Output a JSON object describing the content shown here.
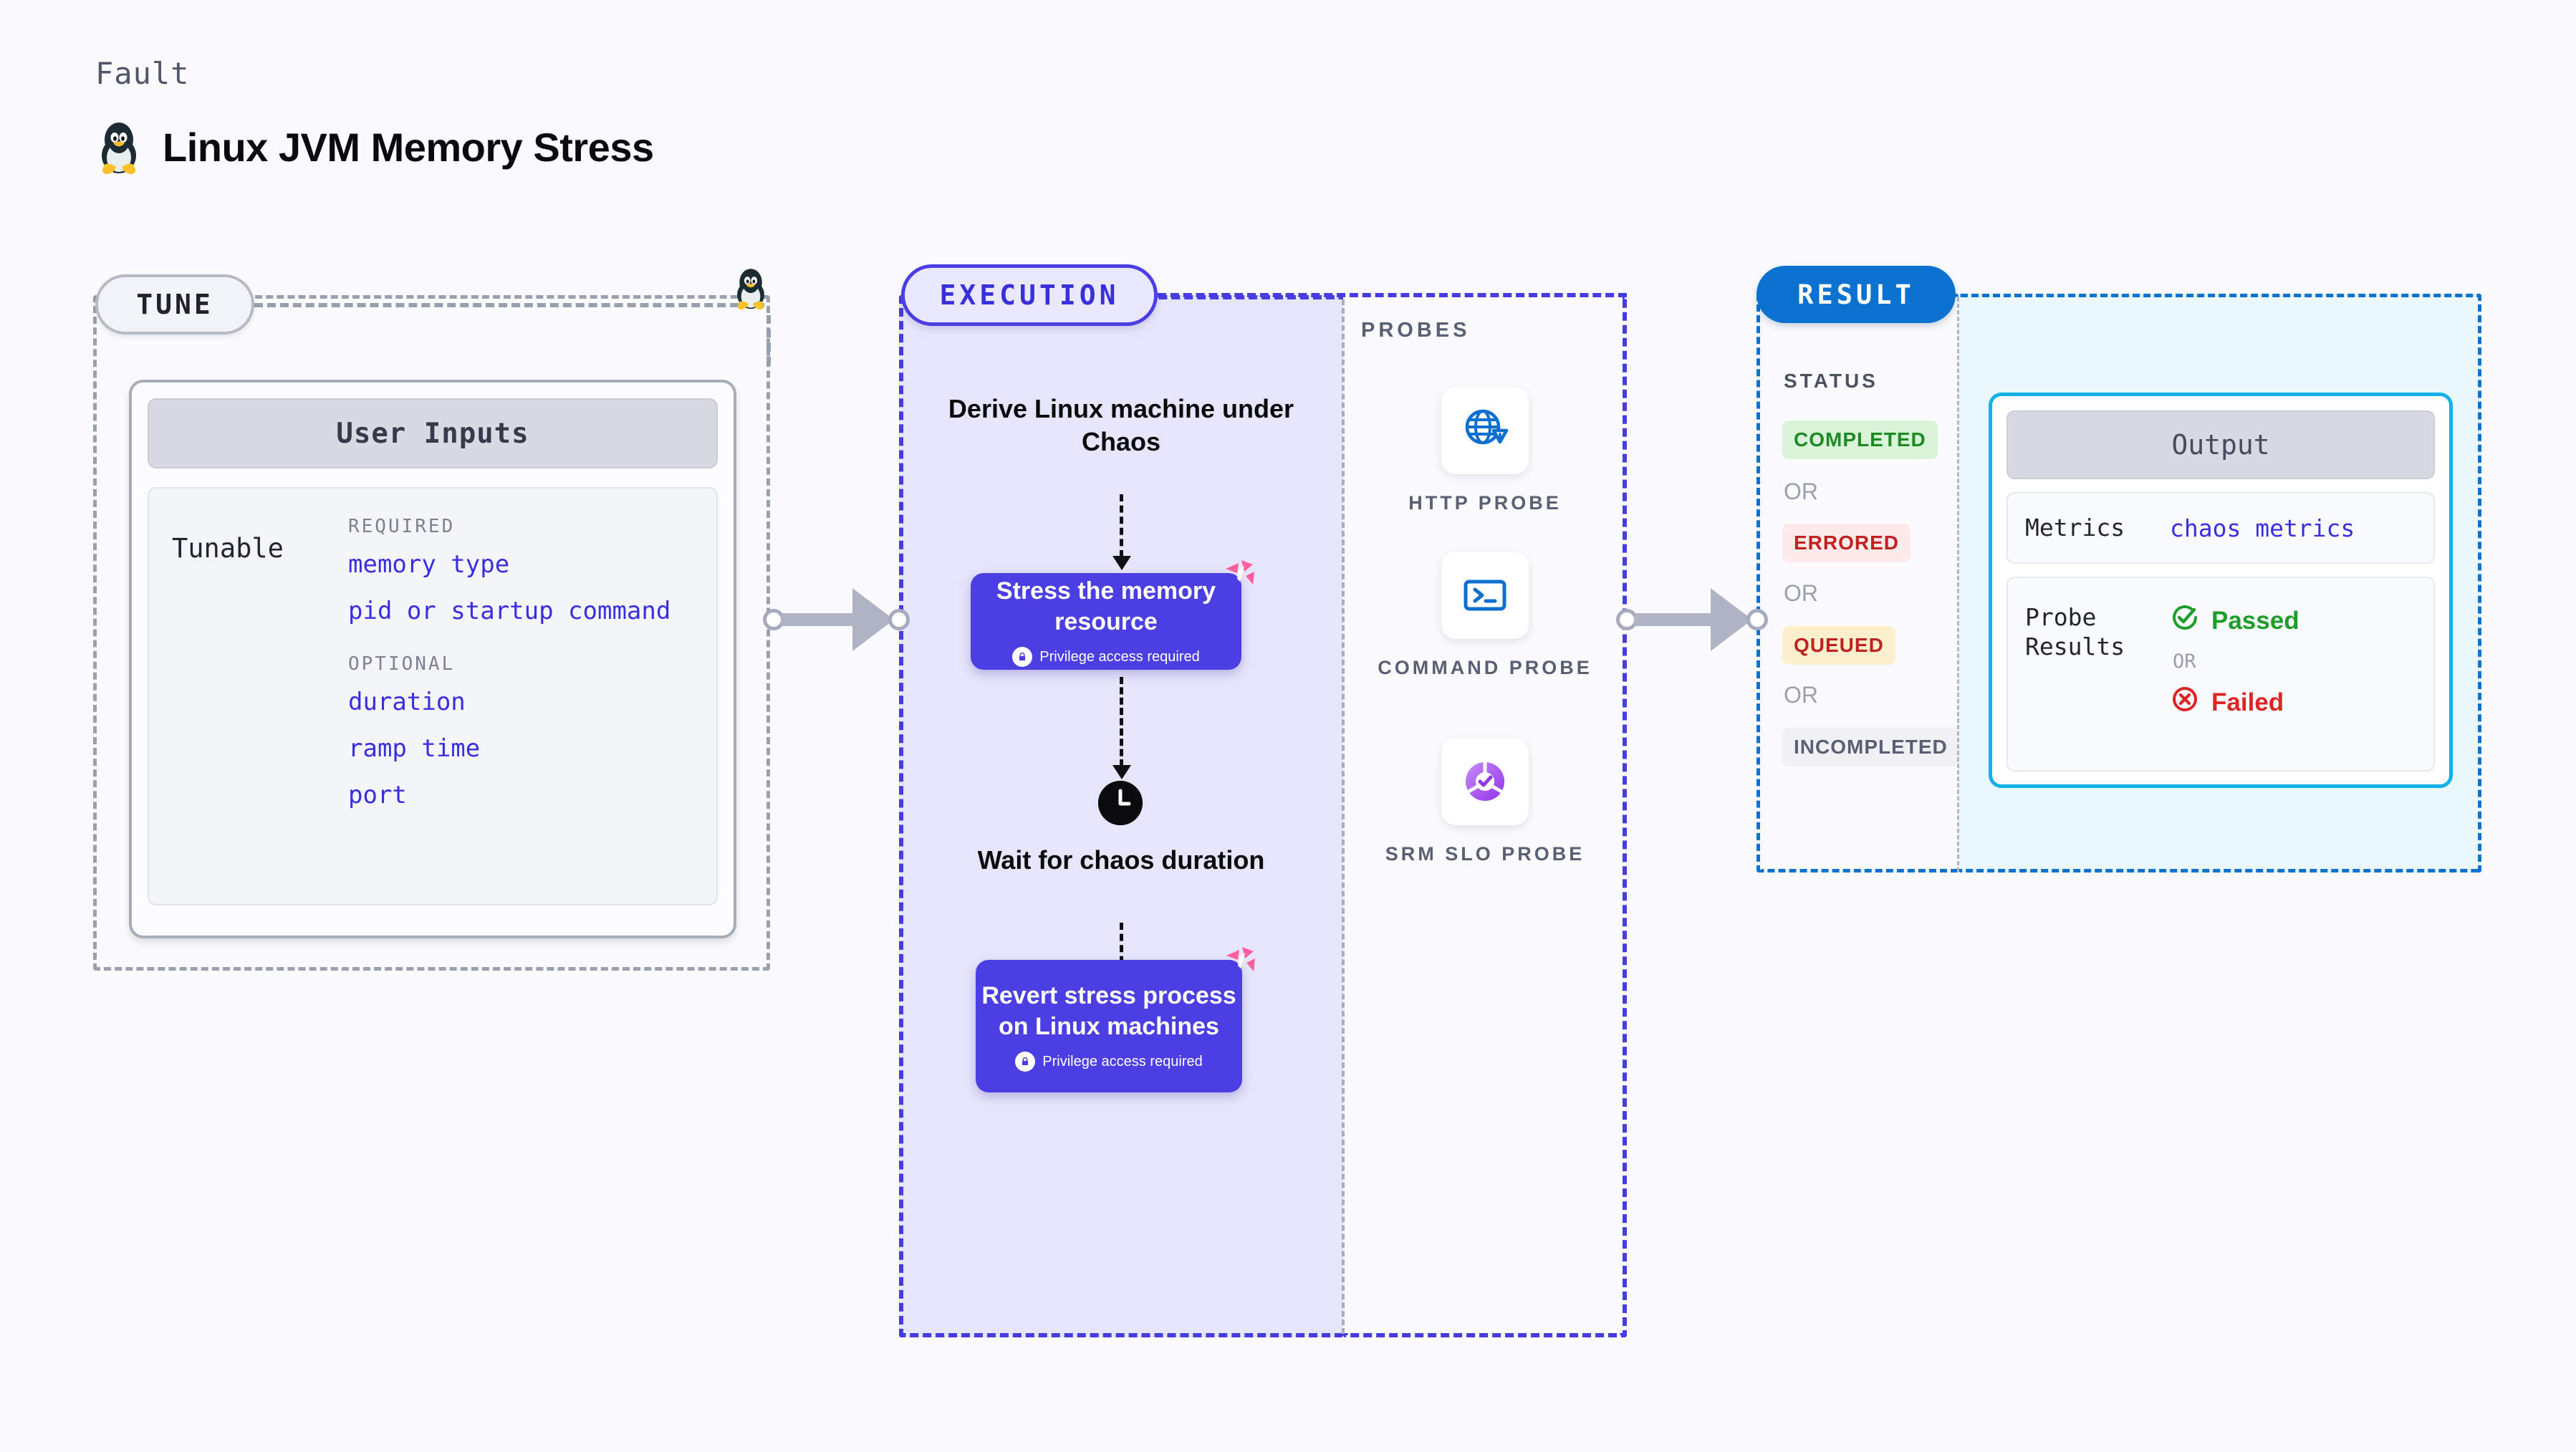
{
  "header": {
    "kicker": "Fault",
    "title": "Linux JVM Memory Stress",
    "os_icon": "linux-penguin-icon"
  },
  "tune": {
    "chip_label": "TUNE",
    "marker_icon": "linux-penguin-icon",
    "card": {
      "header": "User Inputs",
      "row_label": "Tunable",
      "groups": [
        {
          "title": "REQUIRED",
          "items": [
            "memory type",
            "pid or startup command"
          ]
        },
        {
          "title": "OPTIONAL",
          "items": [
            "duration",
            "ramp time",
            "port"
          ]
        }
      ]
    }
  },
  "execution": {
    "chip_label": "EXECUTION",
    "steps": [
      {
        "kind": "text",
        "label": "Derive Linux machine under Chaos"
      },
      {
        "kind": "action",
        "label": "Stress the memory resource",
        "privilege": "Privilege access required",
        "lock_icon": "lock-icon",
        "brand_icon": "harness-logo-icon"
      },
      {
        "kind": "wait",
        "icon": "clock-icon",
        "label": "Wait for chaos duration"
      },
      {
        "kind": "action",
        "label": "Revert stress process on Linux machines",
        "privilege": "Privilege access required",
        "lock_icon": "lock-icon",
        "brand_icon": "harness-logo-icon"
      }
    ]
  },
  "probes": {
    "title": "PROBES",
    "items": [
      {
        "label": "HTTP PROBE",
        "icon": "globe-warning-icon"
      },
      {
        "label": "COMMAND PROBE",
        "icon": "terminal-prompt-icon"
      },
      {
        "label": "SRM SLO PROBE",
        "icon": "slo-donut-check-icon"
      }
    ]
  },
  "result": {
    "chip_label": "RESULT",
    "status_title": "STATUS",
    "or_label": "OR",
    "statuses": [
      {
        "label": "COMPLETED",
        "fg": "#1d8a23",
        "bg": "#d9f4d9"
      },
      {
        "label": "ERRORED",
        "fg": "#c22121",
        "bg": "#fdeaea"
      },
      {
        "label": "QUEUED",
        "fg": "#c22121",
        "bg": "#fcf1cc"
      },
      {
        "label": "INCOMPLETED",
        "fg": "#5a6073",
        "bg": "#f0f0f5"
      }
    ],
    "output": {
      "header": "Output",
      "metrics_key": "Metrics",
      "metrics_value": "chaos metrics",
      "probe_results_key": "Probe Results",
      "passed_label": "Passed",
      "passed_icon": "check-circle-icon",
      "failed_label": "Failed",
      "failed_icon": "x-circle-icon",
      "or_label": "OR"
    }
  },
  "colors": {
    "accent_purple": "#4b3fe3",
    "accent_blue": "#0b72d0",
    "accent_cyan": "#14b0e8",
    "link_blue": "#3a2ee0",
    "pink_brand": "#ff5f9e",
    "pass_green": "#1d9e2c",
    "fail_red": "#dc2626",
    "canvas": "#fbfbfd"
  }
}
